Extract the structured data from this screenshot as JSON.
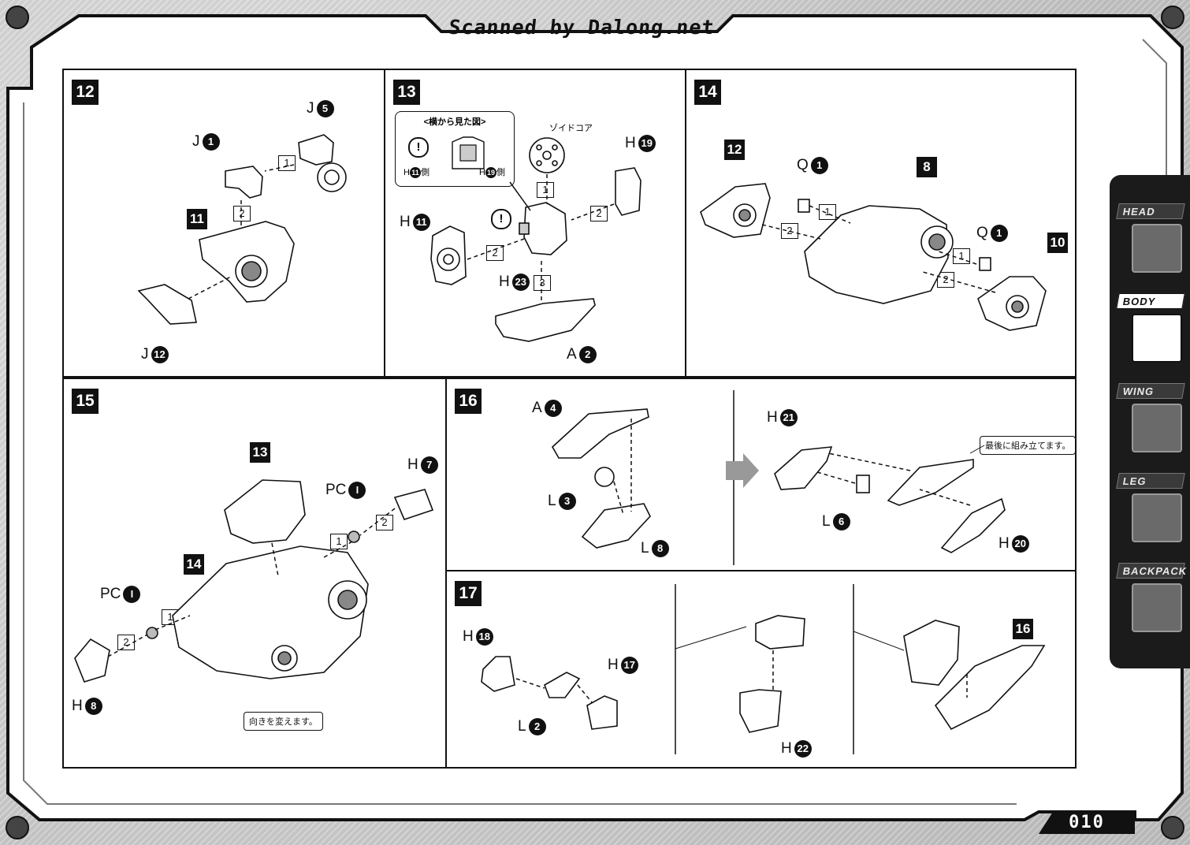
{
  "header": {
    "scan_credit": "Scanned by Dalong.net"
  },
  "page": {
    "number": "010"
  },
  "side_tabs": [
    {
      "label": "HEAD",
      "active": false
    },
    {
      "label": "BODY",
      "active": true
    },
    {
      "label": "WING",
      "active": false
    },
    {
      "label": "LEG",
      "active": false
    },
    {
      "label": "BACKPACK",
      "active": false
    }
  ],
  "steps": {
    "s12": {
      "number": "12",
      "labels": {
        "j1": "J",
        "j1n": "1",
        "j5": "J",
        "j5n": "5",
        "j12": "J",
        "j12n": "12"
      },
      "sub": "11",
      "seq": [
        "1",
        "2"
      ]
    },
    "s13": {
      "number": "13",
      "side_view_title": "<横から見た図>",
      "side_view_h11": "H",
      "side_view_h11n": "11",
      "side_view_h11_suffix": "側",
      "side_view_h19": "H",
      "side_view_h19n": "19",
      "side_view_h19_suffix": "側",
      "zoid_core": "ゾイドコア",
      "labels": {
        "h19": "H",
        "h19n": "19",
        "h11": "H",
        "h11n": "11",
        "h23": "H",
        "h23n": "23",
        "a2": "A",
        "a2n": "2"
      },
      "seq": [
        "1",
        "2",
        "2",
        "3"
      ]
    },
    "s14": {
      "number": "14",
      "subs": [
        "12",
        "8",
        "10"
      ],
      "labels": {
        "q1a": "Q",
        "q1an": "1",
        "q1b": "Q",
        "q1bn": "1"
      },
      "seq": [
        "1",
        "2",
        "1",
        "2"
      ]
    },
    "s15": {
      "number": "15",
      "subs": [
        "13",
        "14"
      ],
      "labels": {
        "pc1a": "PC",
        "pc1an": "I",
        "pc1b": "PC",
        "pc1bn": "I",
        "h7": "H",
        "h7n": "7",
        "h8": "H",
        "h8n": "8"
      },
      "note": "向きを変えます。",
      "seq": [
        "1",
        "2",
        "1",
        "2"
      ]
    },
    "s16": {
      "number": "16",
      "labels": {
        "a4": "A",
        "a4n": "4",
        "l3": "L",
        "l3n": "3",
        "l8": "L",
        "l8n": "8",
        "h21": "H",
        "h21n": "21",
        "l6": "L",
        "l6n": "6",
        "h20": "H",
        "h20n": "20"
      },
      "note": "最後に組み立てます。"
    },
    "s17": {
      "number": "17",
      "sub": "16",
      "labels": {
        "h18": "H",
        "h18n": "18",
        "h17": "H",
        "h17n": "17",
        "l2": "L",
        "l2n": "2",
        "h22": "H",
        "h22n": "22"
      }
    }
  }
}
